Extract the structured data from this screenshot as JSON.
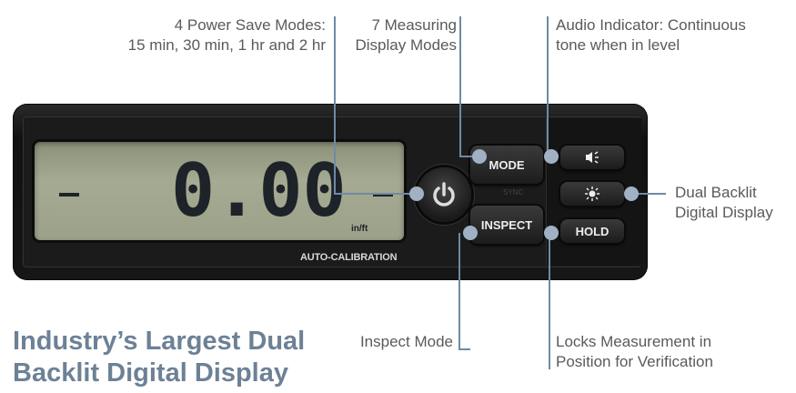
{
  "callouts": {
    "power_save": [
      "4 Power Save Modes:",
      "15 min, 30 min, 1 hr and 2 hr"
    ],
    "measuring": [
      "7 Measuring",
      "Display Modes"
    ],
    "audio": [
      "Audio Indicator: Continuous",
      "tone when in level"
    ],
    "backlit": [
      "Dual Backlit",
      "Digital Display"
    ],
    "inspect": [
      "Inspect Mode"
    ],
    "hold": [
      "Locks Measurement in",
      "Position for Verification"
    ]
  },
  "title": [
    "Industry’s Largest Dual",
    "Backlit Digital Display"
  ],
  "device": {
    "reading": "0.00",
    "unit": "in/ft",
    "label": "AUTO-CALIBRATION",
    "sync_label": "SYNC",
    "buttons": {
      "mode": "MODE",
      "inspect": "INSPECT",
      "hold": "HOLD"
    }
  },
  "colors": {
    "accent": "#6d8196",
    "line": "#6f8aa5",
    "dot": "#9fb1c3"
  }
}
